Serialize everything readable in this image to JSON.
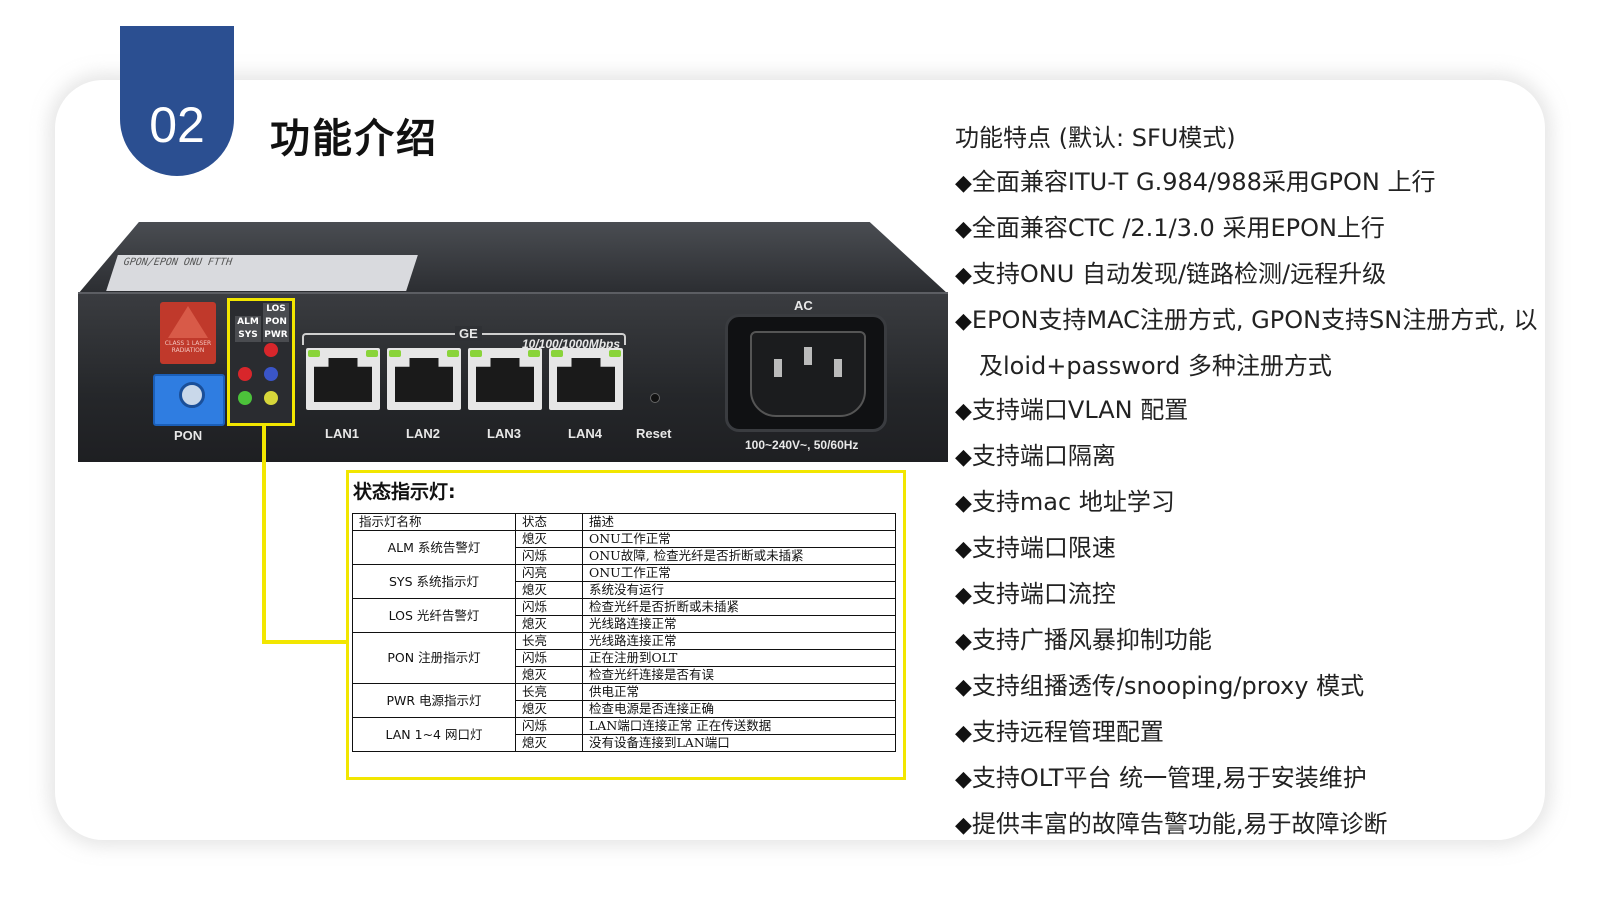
{
  "section_number": "02",
  "section_title": "功能介绍",
  "device": {
    "sticker_text": "GPON/EPON ONU  FTTH",
    "warning_text": "CLASS 1 LASER RADIATION",
    "pon_label": "PON",
    "led_labels": [
      "LOS",
      "ALM",
      "PON",
      "SYS",
      "PWR"
    ],
    "ge_label": "GE",
    "speed_label": "10/100/1000Mbps",
    "lan_labels": [
      "LAN1",
      "LAN2",
      "LAN3",
      "LAN4"
    ],
    "reset_label": "Reset",
    "ac_label": "AC",
    "power_spec": "100~240V~, 50/60Hz"
  },
  "status": {
    "title": "状态指示灯:",
    "headers": [
      "指示灯名称",
      "状态",
      "描述"
    ],
    "groups": [
      {
        "name": "ALM 系统告警灯",
        "rows": [
          [
            "熄灭",
            "ONU工作正常"
          ],
          [
            "闪烁",
            "ONU故障, 检查光纤是否折断或未插紧"
          ]
        ]
      },
      {
        "name": "SYS 系统指示灯",
        "rows": [
          [
            "闪亮",
            "ONU工作正常"
          ],
          [
            "熄灭",
            "系统没有运行"
          ]
        ]
      },
      {
        "name": "LOS 光纤告警灯",
        "rows": [
          [
            "闪烁",
            "检查光纤是否折断或未插紧"
          ],
          [
            "熄灭",
            "光线路连接正常"
          ]
        ]
      },
      {
        "name": "PON 注册指示灯",
        "rows": [
          [
            "长亮",
            "光线路连接正常"
          ],
          [
            "闪烁",
            "正在注册到OLT"
          ],
          [
            "熄灭",
            "检查光纤连接是否有误"
          ]
        ]
      },
      {
        "name": "PWR 电源指示灯",
        "rows": [
          [
            "长亮",
            "供电正常"
          ],
          [
            "熄灭",
            "检查电源是否连接正确"
          ]
        ]
      },
      {
        "name": "LAN 1~4 网口灯",
        "rows": [
          [
            "闪烁",
            "LAN端口连接正常 正在传送数据"
          ],
          [
            "熄灭",
            "没有设备连接到LAN端口"
          ]
        ]
      }
    ]
  },
  "features": {
    "heading": "功能特点 (默认: SFU模式)",
    "items": [
      "全面兼容ITU-T G.984/988采用GPON 上行",
      "全面兼容CTC /2.1/3.0 采用EPON上行",
      "支持ONU 自动发现/链路检测/远程升级",
      "EPON支持MAC注册方式, GPON支持SN注册方式, 以及loid+password 多种注册方式",
      "支持端口VLAN 配置",
      "支持端口隔离",
      "支持mac 地址学习",
      "支持端口限速",
      "支持端口流控",
      "支持广播风暴抑制功能",
      "支持组播透传/snooping/proxy 模式",
      "支持远程管理配置",
      "支持OLT平台 统一管理,易于安装维护",
      "提供丰富的故障告警功能,易于故障诊断"
    ]
  },
  "colors": {
    "badge": "#2b4f91",
    "highlight": "#f2e600",
    "pon_port": "#2f7de1"
  }
}
